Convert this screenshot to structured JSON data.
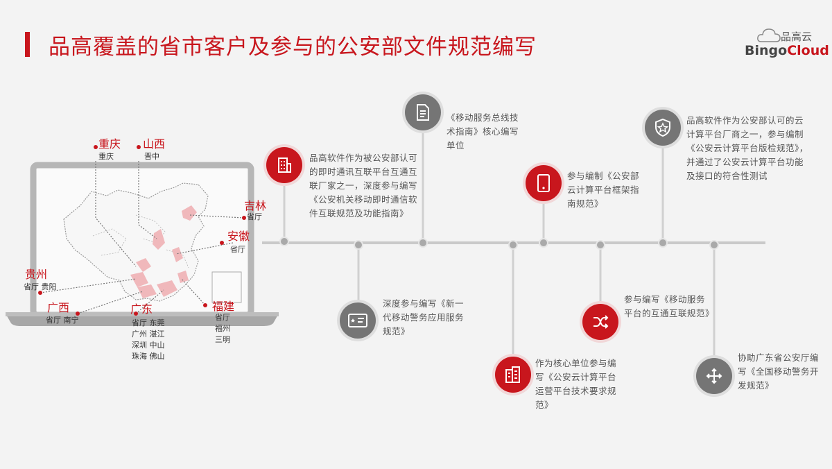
{
  "title": "品高覆盖的省市客户及参与的公安部文件规范编写",
  "logo": {
    "cn": "品高云",
    "en_a": "Bingo",
    "en_b": "Cloud"
  },
  "colors": {
    "accent": "#c8161d",
    "grey_node": "#757575",
    "map_fill": "#f0b8bb"
  },
  "map": {
    "regions": [
      {
        "id": "chongqing",
        "name": "重庆",
        "units": [
          "重庆"
        ]
      },
      {
        "id": "shanxi",
        "name": "山西",
        "units": [
          "晋中"
        ]
      },
      {
        "id": "jilin",
        "name": "吉林",
        "units": [
          "省厅"
        ]
      },
      {
        "id": "anhui",
        "name": "安徽",
        "units": [
          "省厅"
        ]
      },
      {
        "id": "guizhou",
        "name": "贵州",
        "units": [
          "省厅 贵阳"
        ]
      },
      {
        "id": "guangxi",
        "name": "广西",
        "units": [
          "省厅 南宁"
        ]
      },
      {
        "id": "guangdong",
        "name": "广东",
        "units": [
          "省厅 东莞",
          "广州 湛江",
          "深圳 中山",
          "珠海 佛山"
        ]
      },
      {
        "id": "fujian",
        "name": "福建",
        "units": [
          "省厅",
          "福州",
          "三明"
        ]
      }
    ]
  },
  "timeline": {
    "top": [
      {
        "icon": "building-icon",
        "style": "red",
        "text": "品高软件作为被公安部认可的即时通讯互联平台互通互联厂家之一，深度参与编写《公安机关移动即时通信软件互联规范及功能指南》"
      },
      {
        "icon": "document-icon",
        "style": "grey",
        "text": "《移动服务总线技术指南》核心编写单位"
      },
      {
        "icon": "tablet-icon",
        "style": "red",
        "text": "参与编制《公安部云计算平台框架指南规范》"
      },
      {
        "icon": "shield-star-icon",
        "style": "grey",
        "text": "品高软件作为公安部认可的云计算平台厂商之一，参与编制《公安云计算平台版检规范》，并通过了公安云计算平台功能及接口的符合性测试"
      }
    ],
    "bottom": [
      {
        "icon": "id-card-icon",
        "style": "grey",
        "text": "深度参与编写《新一代移动警务应用服务规范》"
      },
      {
        "icon": "city-icon",
        "style": "red",
        "text": "作为核心单位参与编写《公安云计算平台运营平台技术要求规范》"
      },
      {
        "icon": "shuffle-icon",
        "style": "red",
        "text": "参与编写《移动服务平台的互通互联规范》"
      },
      {
        "icon": "move-icon",
        "style": "grey",
        "text": "协助广东省公安厅编写《全国移动警务开发规范》"
      }
    ]
  }
}
